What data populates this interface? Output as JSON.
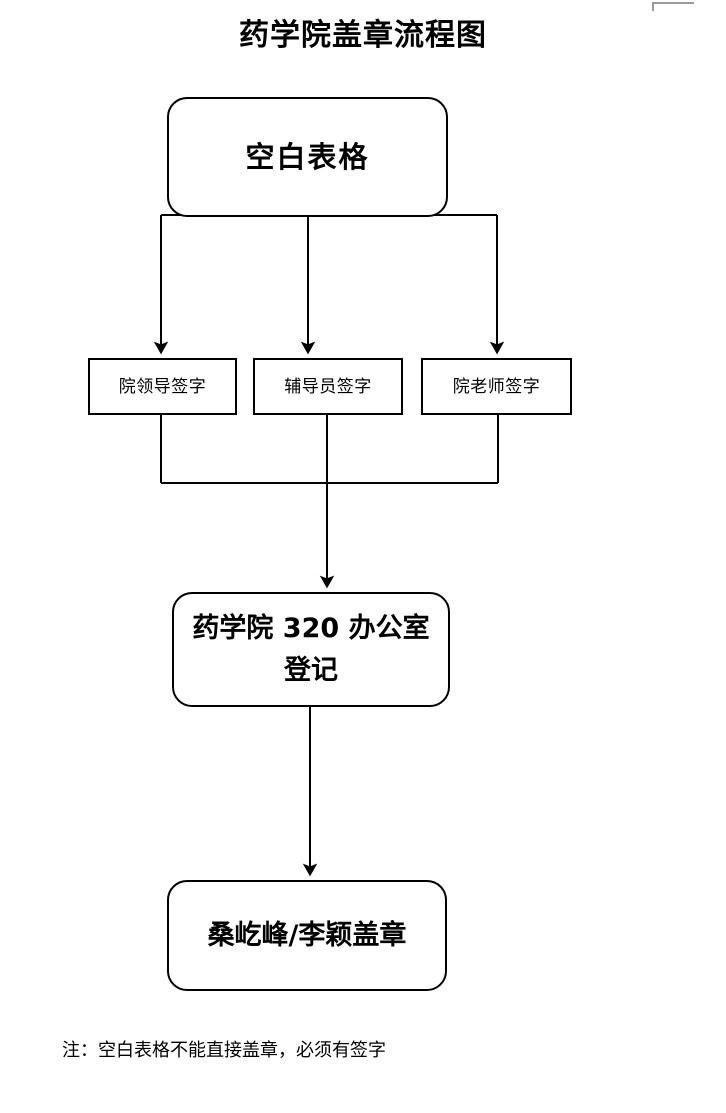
{
  "diagram": {
    "title": "药学院盖章流程图",
    "footnote": "注：空白表格不能直接盖章，必须有签字",
    "colors": {
      "stroke": "#000000",
      "background": "#ffffff",
      "text": "#000000",
      "artifact": "#9a9a9a"
    },
    "nodes": [
      {
        "id": "blank-form",
        "label": "空白表格",
        "shape": "rounded-rectangle"
      },
      {
        "id": "dean-sign",
        "label": "院领导签字",
        "shape": "rectangle"
      },
      {
        "id": "counselor-sign",
        "label": "辅导员签字",
        "shape": "rectangle"
      },
      {
        "id": "teacher-sign",
        "label": "院老师签字",
        "shape": "rectangle"
      },
      {
        "id": "office-register",
        "label": "药学院 320 办公室登记",
        "shape": "rounded-rectangle"
      },
      {
        "id": "seal",
        "label": "桑屹峰/李颖盖章",
        "shape": "rounded-rectangle"
      }
    ],
    "edges": [
      {
        "from": "blank-form",
        "to": "dean-sign",
        "arrow": true
      },
      {
        "from": "blank-form",
        "to": "counselor-sign",
        "arrow": true
      },
      {
        "from": "blank-form",
        "to": "teacher-sign",
        "arrow": true
      },
      {
        "from": "dean-sign",
        "to": "office-register",
        "arrow": false
      },
      {
        "from": "counselor-sign",
        "to": "office-register",
        "arrow": true
      },
      {
        "from": "teacher-sign",
        "to": "office-register",
        "arrow": false
      },
      {
        "from": "office-register",
        "to": "seal",
        "arrow": true
      }
    ]
  }
}
